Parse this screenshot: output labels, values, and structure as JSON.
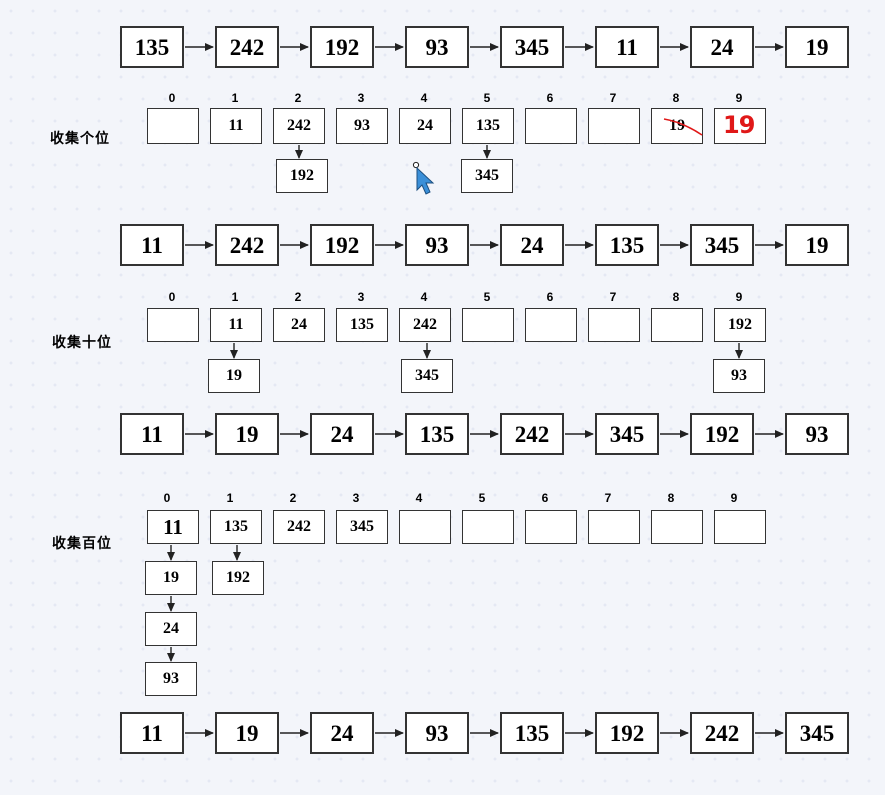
{
  "passes": [
    {
      "sequence": [
        "135",
        "242",
        "192",
        "93",
        "345",
        "11",
        "24",
        "19"
      ]
    },
    {
      "label": "收集个位",
      "indices": [
        "0",
        "1",
        "2",
        "3",
        "4",
        "5",
        "6",
        "7",
        "8",
        "9"
      ],
      "buckets": [
        [],
        [
          "11"
        ],
        [
          "242",
          "192"
        ],
        [
          "93"
        ],
        [
          "24"
        ],
        [
          "135",
          "345"
        ],
        [],
        [],
        [
          "19"
        ],
        []
      ],
      "crossed_out": "19",
      "handwritten": "19",
      "sequence": [
        "11",
        "242",
        "192",
        "93",
        "24",
        "135",
        "345",
        "19"
      ]
    },
    {
      "label": "收集十位",
      "indices": [
        "0",
        "1",
        "2",
        "3",
        "4",
        "5",
        "6",
        "7",
        "8",
        "9"
      ],
      "buckets": [
        [],
        [
          "11",
          "19"
        ],
        [
          "24"
        ],
        [
          "135"
        ],
        [
          "242",
          "345"
        ],
        [],
        [],
        [],
        [],
        [
          "192",
          "93"
        ]
      ],
      "sequence": [
        "11",
        "19",
        "24",
        "135",
        "242",
        "345",
        "192",
        "93"
      ]
    },
    {
      "label": "收集百位",
      "indices": [
        "0",
        "1",
        "2",
        "3",
        "4",
        "5",
        "6",
        "7",
        "8",
        "9"
      ],
      "buckets": [
        [
          "11",
          "19",
          "24",
          "93"
        ],
        [
          "135",
          "192"
        ],
        [
          "242"
        ],
        [
          "345"
        ],
        [],
        [],
        [],
        [],
        [],
        []
      ],
      "sequence": [
        "11",
        "19",
        "24",
        "93",
        "135",
        "192",
        "242",
        "345"
      ]
    }
  ],
  "colors": {
    "annotation": "#e01818",
    "cursor": "#3a8fd8"
  }
}
